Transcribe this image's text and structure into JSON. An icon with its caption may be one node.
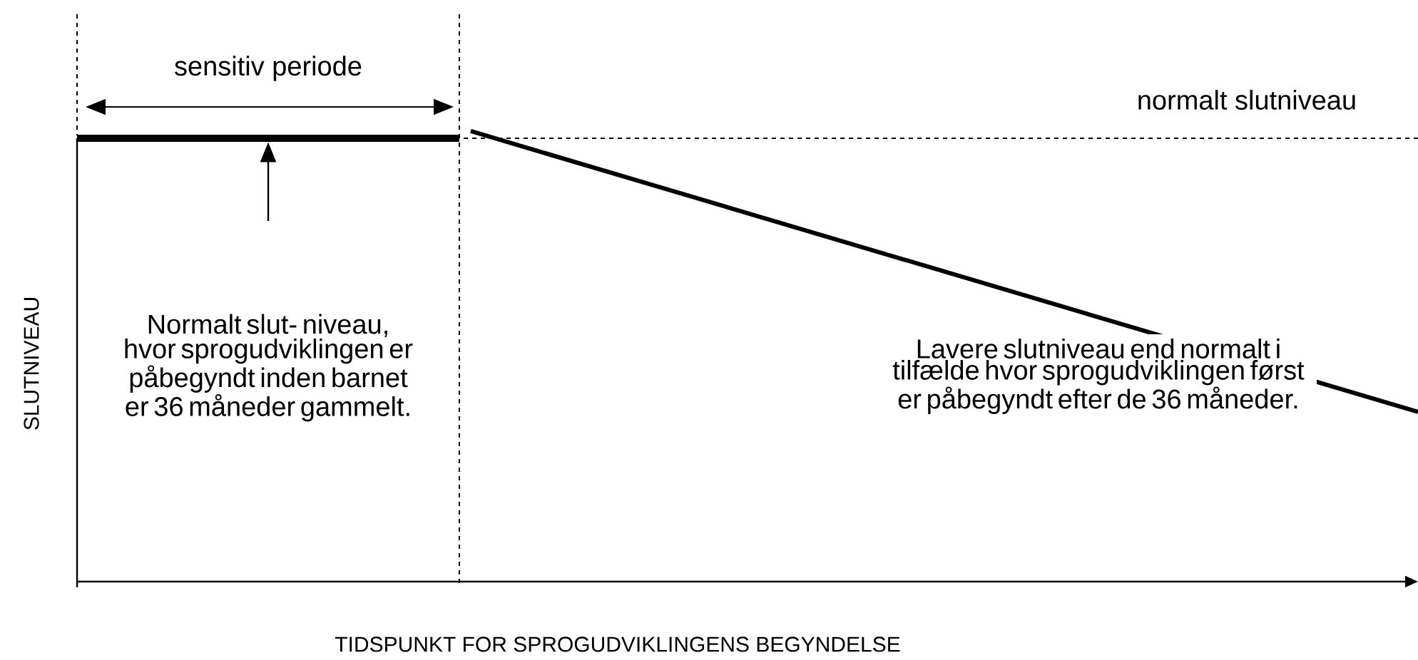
{
  "diagram": {
    "nodes": [
      {
        "text": [
          "Normalt slut- niveau, hvor sprogudviklingen er påbegyndt inden barnet er 36 måneder gammelt."
        ]
      },
      {
        "text": [],
        "shape": "bar"
      }
    ],
    "edges": [
      {
        "from": 0,
        "to": 1,
        "arrow": "to"
      }
    ],
    "labels": [
      "sensitiv periode",
      "normalt slutniveau",
      "Lavere slutniveau end normalt i tilfælde hvor sprogudviklingen først er påbegyndt efter de 36 måneder.",
      "SLUTNIVEAU",
      "TIDSPUNKT FOR SPROGUDVIKLINGENS BEGYNDELSE"
    ]
  }
}
